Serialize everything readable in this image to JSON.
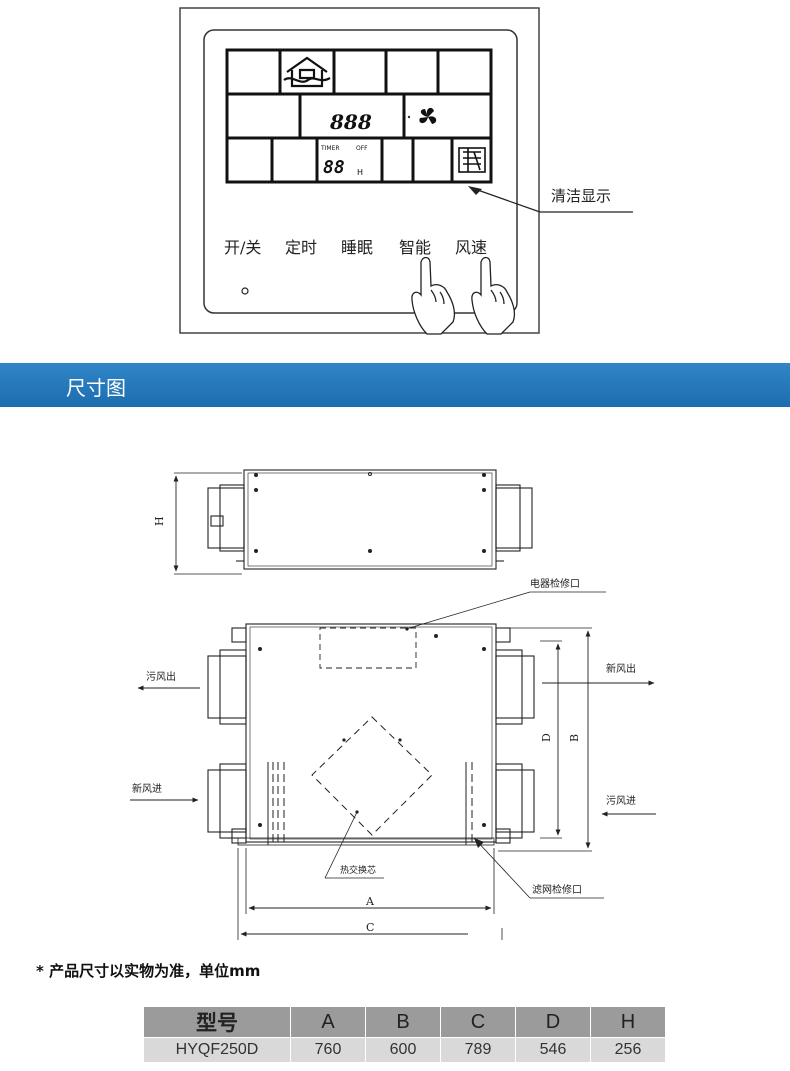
{
  "panel": {
    "display": {
      "temp_digits": "888",
      "timer_label": "TIMER",
      "off_label": "OFF",
      "timer_digits": "88",
      "hour_unit": "H"
    },
    "buttons": [
      "开/关",
      "定时",
      "睡眠",
      "智能",
      "风速"
    ],
    "clean_display_label": "清洁显示"
  },
  "section_header": {
    "title": "尺寸图"
  },
  "diagram": {
    "dim_labels": {
      "H": "H",
      "A": "A",
      "B": "B",
      "C": "C",
      "D": "D"
    },
    "labels": {
      "electrical_access": "电器检修口",
      "exhaust_out": "污风出",
      "fresh_out": "新风出",
      "fresh_in": "新风进",
      "exhaust_in": "污风进",
      "heat_exchanger": "热交换芯",
      "filter_access": "滤网检修口"
    }
  },
  "note": "* 产品尺寸以实物为准，单位mm",
  "spec_table": {
    "headers": [
      "型号",
      "A",
      "B",
      "C",
      "D",
      "H"
    ],
    "rows": [
      [
        "HYQF250D",
        "760",
        "600",
        "789",
        "546",
        "256"
      ]
    ]
  },
  "colors": {
    "header_blue": "#1f72b6",
    "table_header": "#9b9b9b",
    "table_cell": "#d9d9d9"
  }
}
